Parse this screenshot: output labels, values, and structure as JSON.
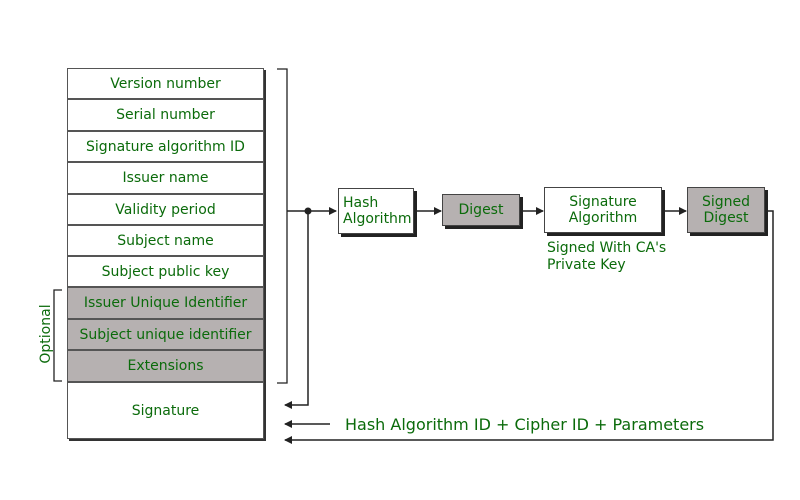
{
  "certificate_fields": [
    {
      "label": "Version number",
      "optional": false
    },
    {
      "label": "Serial number",
      "optional": false
    },
    {
      "label": "Signature algorithm ID",
      "optional": false
    },
    {
      "label": "Issuer name",
      "optional": false
    },
    {
      "label": "Validity period",
      "optional": false
    },
    {
      "label": "Subject name",
      "optional": false
    },
    {
      "label": "Subject public key",
      "optional": false
    },
    {
      "label": "Issuer Unique Identifier",
      "optional": true
    },
    {
      "label": "Subject unique identifier",
      "optional": true
    },
    {
      "label": "Extensions",
      "optional": true
    },
    {
      "label": "Signature",
      "optional": false
    }
  ],
  "optional_label": "Optional",
  "flow": {
    "hash_algorithm": [
      "Hash",
      "Algorithm"
    ],
    "digest": "Digest",
    "signature_algorithm": [
      "Signature",
      "Algorithm"
    ],
    "signed_digest": [
      "Signed",
      "Digest"
    ],
    "ca_note": [
      "Signed With CA's",
      "Private Key"
    ]
  },
  "bottom_label": "Hash Algorithm ID + Cipher ID + Parameters",
  "colors": {
    "text": "#0b6b0b",
    "optional_fill": "#b6b1b1",
    "line": "#222222"
  }
}
